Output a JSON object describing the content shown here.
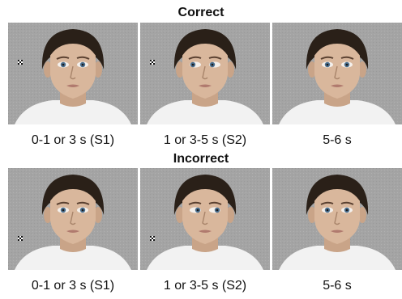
{
  "rows": [
    {
      "title": "Correct",
      "panels": [
        {
          "caption": "0-1 or 3 s (S1)",
          "gaze": "center",
          "cue": "left"
        },
        {
          "caption": "1 or 3-5 s (S2)",
          "gaze": "left",
          "cue": "left"
        },
        {
          "caption": "5-6 s",
          "gaze": "center",
          "cue": "none"
        }
      ]
    },
    {
      "title": "Incorrect",
      "panels": [
        {
          "caption": "0-1 or 3 s (S1)",
          "gaze": "center",
          "cue": "left"
        },
        {
          "caption": "1 or 3-5 s (S2)",
          "gaze": "right",
          "cue": "left"
        },
        {
          "caption": "5-6 s",
          "gaze": "center",
          "cue": "none"
        }
      ]
    }
  ],
  "colors": {
    "background": "#a4a4a4",
    "skin": "#d9b79c",
    "hair": "#2a2018",
    "iris": "#4a6e8e",
    "shirt": "#f2f2f2"
  }
}
